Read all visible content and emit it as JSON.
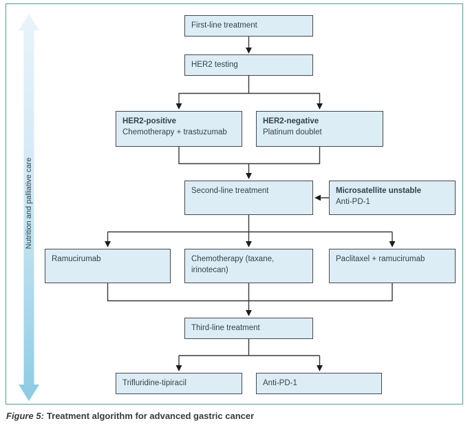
{
  "side_arrow": {
    "label": "Nutrition and palliative care"
  },
  "nodes": {
    "first_line": {
      "label": "First-line treatment"
    },
    "her2_testing": {
      "label": "HER2 testing"
    },
    "her2_positive": {
      "title": "HER2-positive",
      "detail": "Chemotherapy + trastuzumab"
    },
    "her2_negative": {
      "title": "HER2-negative",
      "detail": "Platinum doublet"
    },
    "second_line": {
      "label": "Second-line treatment"
    },
    "microsatellite_unstable": {
      "title": "Microsatellite unstable",
      "detail": "Anti-PD-1"
    },
    "ramucirumab": {
      "label": "Ramucirumab"
    },
    "chemotherapy": {
      "label": "Chemotherapy (taxane, irinotecan)"
    },
    "paclitaxel_ramucirumab": {
      "label": "Paclitaxel + ramucirumab"
    },
    "third_line": {
      "label": "Third-line treatment"
    },
    "trifluridine_tipiracil": {
      "label": "Trifluridine-tipiracil"
    },
    "anti_pd_1": {
      "label": "Anti-PD-1"
    }
  },
  "caption": {
    "prefix": "Figure 5:",
    "text": "Treatment algorithm for advanced gastric cancer"
  },
  "colors": {
    "box_fill": "#dcedf6",
    "box_border": "#44484a",
    "panel_border": "#4d9c8e",
    "connector": "#383838",
    "text": "#35424d",
    "side_arrow_gradient_top": "#e9f4fa",
    "side_arrow_gradient_bottom": "#8ccbe3"
  }
}
